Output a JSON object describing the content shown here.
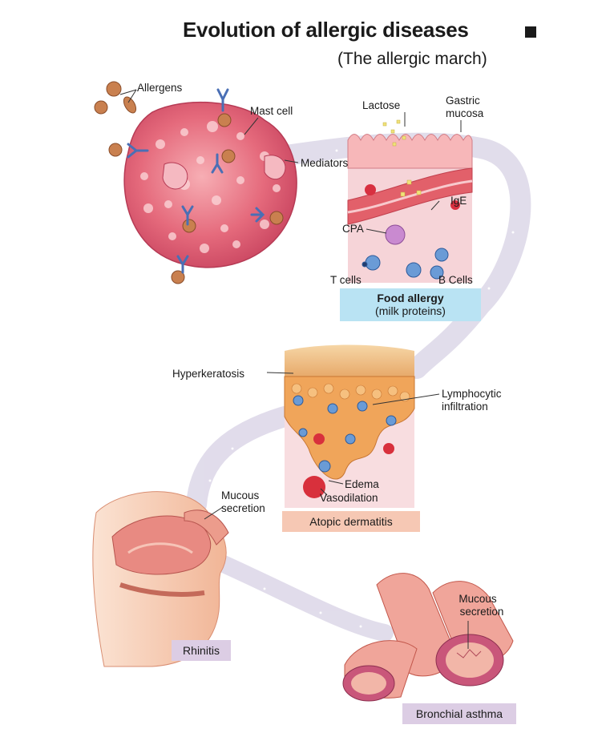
{
  "header": {
    "title": "Evolution of allergic diseases",
    "subtitle": "(The allergic march)"
  },
  "labels": {
    "allergens": "Allergens",
    "mast_cell": "Mast cell",
    "mediators": "Mediators",
    "lactose": "Lactose",
    "gastric_mucosa_1": "Gastric",
    "gastric_mucosa_2": "mucosa",
    "ige": "IgE",
    "cpa": "CPA",
    "t_cells": "T cells",
    "b_cells": "B Cells",
    "hyperkeratosis": "Hyperkeratosis",
    "lymphocytic_1": "Lymphocytic",
    "lymphocytic_2": "infiltration",
    "edema": "Edema",
    "vasodilation": "Vasodilation",
    "mucous_nose_1": "Mucous",
    "mucous_nose_2": "secretion",
    "mucous_bronch_1": "Mucous",
    "mucous_bronch_2": "secretion"
  },
  "boxes": {
    "food_allergy_title": "Food allergy",
    "food_allergy_sub": "(milk proteins)",
    "atopic": "Atopic dermatitis",
    "rhinitis": "Rhinitis",
    "asthma": "Bronchial asthma"
  },
  "colors": {
    "food_box": "#b9e3f3",
    "atopic_box": "#f6c8b4",
    "rhinitis_box": "#dccde4",
    "asthma_box": "#dccde4"
  }
}
